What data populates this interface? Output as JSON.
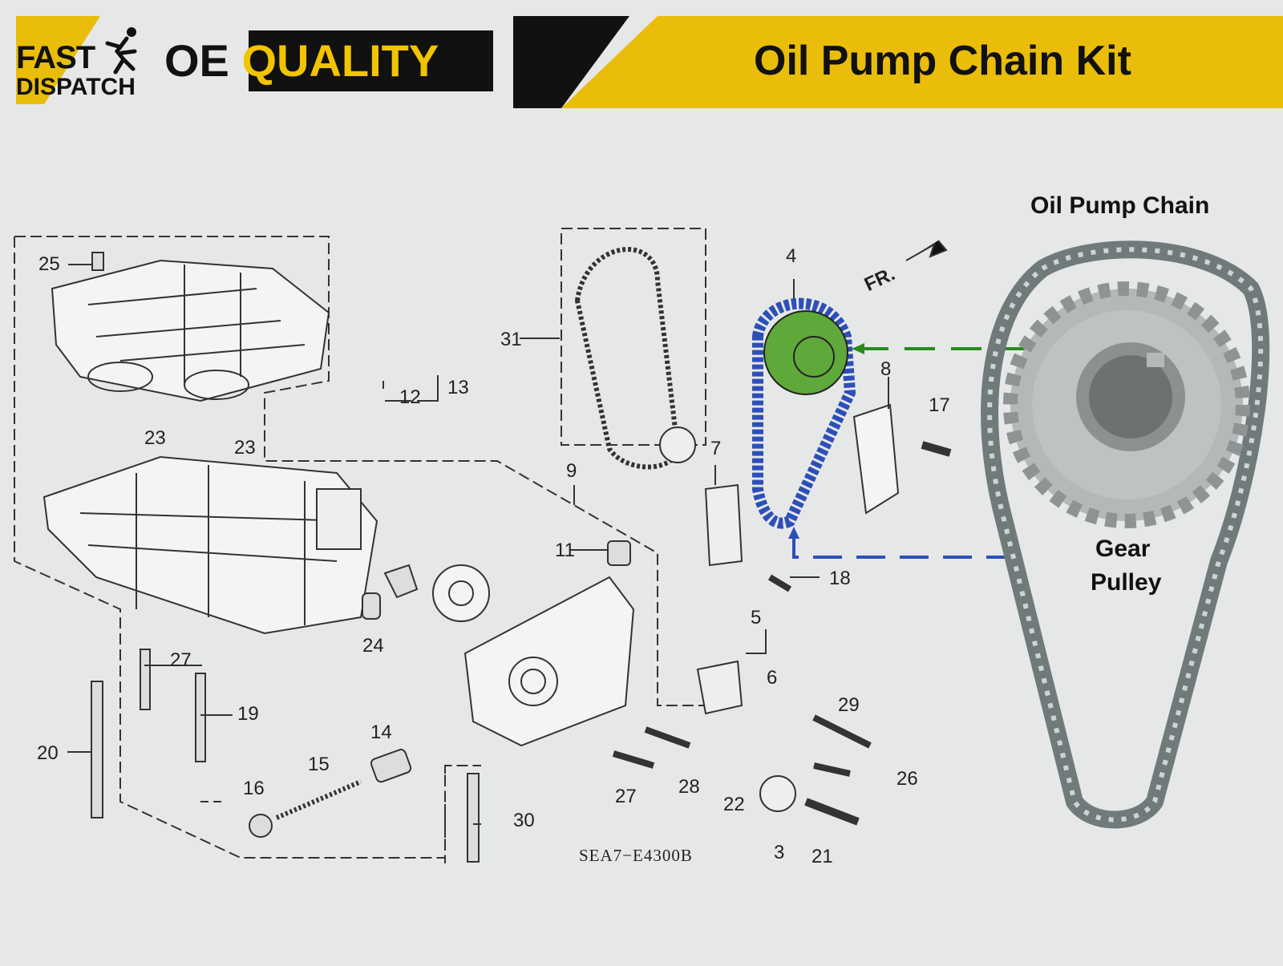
{
  "header": {
    "brand_fast": "FAST",
    "brand_dispatch": "DISPATCH",
    "oe_word": "OE ",
    "quality_word": "QUALITY",
    "title": "Oil Pump Chain Kit"
  },
  "colors": {
    "accent_yellow": "#e9bd0a",
    "header_black": "#111111",
    "sprocket_highlight": "#5fa83a",
    "chain_highlight": "#2d4fb8",
    "background": "#e6e8e8"
  },
  "photo_labels": {
    "chain": "Oil Pump Chain",
    "pulley_line1": "Gear",
    "pulley_line2": "Pulley"
  },
  "diagram": {
    "code": "SEA7−E4300B",
    "direction_label": "FR.",
    "callouts": [
      "25",
      "12",
      "13",
      "23",
      "23",
      "31",
      "4",
      "8",
      "17",
      "7",
      "9",
      "11",
      "18",
      "24",
      "5",
      "6",
      "27",
      "19",
      "20",
      "14",
      "15",
      "16",
      "29",
      "26",
      "28",
      "27",
      "22",
      "3",
      "21",
      "30"
    ]
  }
}
